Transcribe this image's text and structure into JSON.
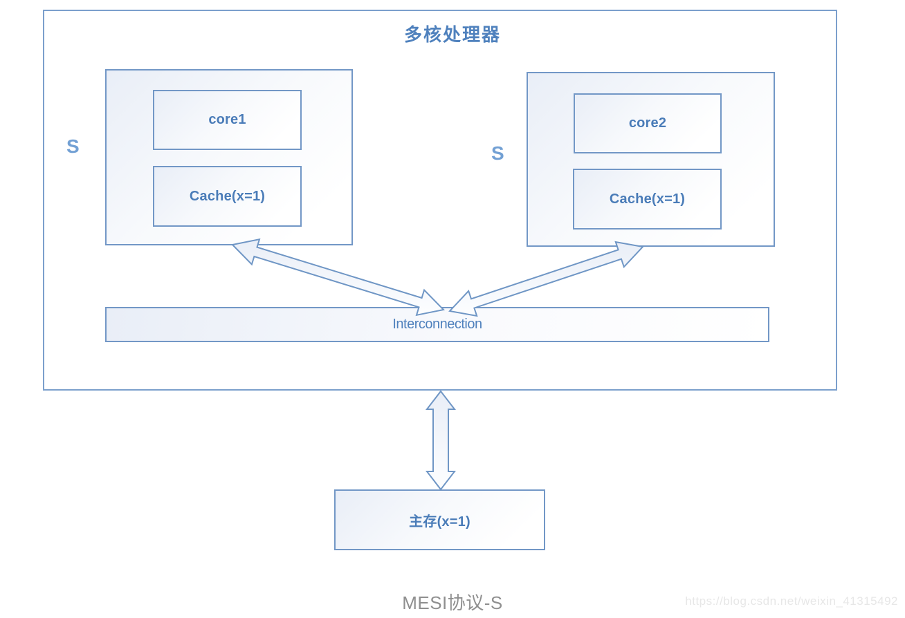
{
  "diagram": {
    "title": "多核处理器",
    "cpu1": {
      "state": "S",
      "core": "core1",
      "cache": "Cache(x=1)"
    },
    "cpu2": {
      "state": "S",
      "core": "core2",
      "cache": "Cache(x=1)"
    },
    "interconnect": "Interconnection",
    "main_memory": "主存(x=1)",
    "caption": "MESI协议-S",
    "watermark": "https://blog.csdn.net/weixin_41315492"
  },
  "icons": {
    "arrow_left": "bidirectional-arrow",
    "arrow_right": "bidirectional-arrow",
    "arrow_memory": "bidirectional-arrow"
  },
  "colors": {
    "border_blue": "#7297c6",
    "outer_border_blue": "#7b9fcc",
    "text_blue": "#4a7cb8",
    "state_blue": "#72a0d4",
    "box_fill_light": "#e9eef7",
    "caption_gray": "#8f8f8f",
    "watermark_gray": "#e7e7e7"
  }
}
